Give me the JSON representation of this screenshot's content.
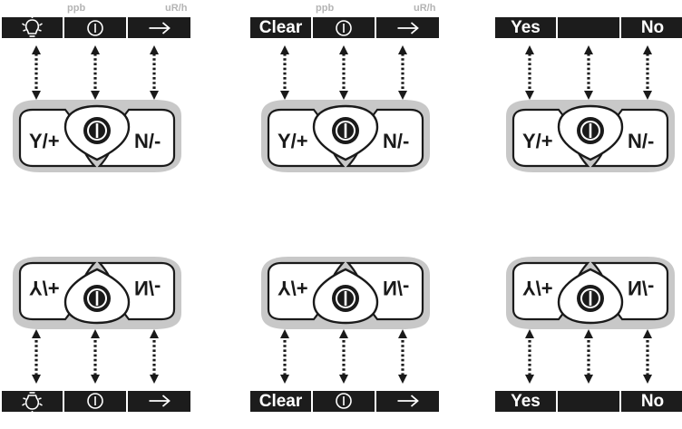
{
  "panels": [
    {
      "segments": [
        {
          "kind": "icon",
          "icon": "bulb-icon"
        },
        {
          "kind": "icon",
          "icon": "power-icon"
        },
        {
          "kind": "icon",
          "icon": "arrow-right-icon"
        }
      ],
      "units": [
        "ppb",
        "uR/h"
      ],
      "keypad": {
        "left": "Y/+",
        "right": "N/-",
        "center_icon": "power-icon"
      }
    },
    {
      "segments": [
        {
          "kind": "text",
          "text": "Clear"
        },
        {
          "kind": "icon",
          "icon": "power-icon"
        },
        {
          "kind": "icon",
          "icon": "arrow-right-icon"
        }
      ],
      "units": [
        "ppb",
        "uR/h"
      ],
      "keypad": {
        "left": "Y/+",
        "right": "N/-",
        "center_icon": "power-icon"
      }
    },
    {
      "segments": [
        {
          "kind": "text",
          "text": "Yes"
        },
        {
          "kind": "blank"
        },
        {
          "kind": "text",
          "text": "No"
        }
      ],
      "units": [],
      "keypad": {
        "left": "Y/+",
        "right": "N/-",
        "center_icon": "power-icon"
      }
    },
    {
      "segments": [
        {
          "kind": "icon",
          "icon": "bulb-icon"
        },
        {
          "kind": "icon",
          "icon": "power-icon"
        },
        {
          "kind": "icon",
          "icon": "arrow-right-icon"
        }
      ],
      "units": [],
      "keypad": {
        "left": "Y/+",
        "right": "N/-",
        "center_icon": "power-icon"
      }
    },
    {
      "segments": [
        {
          "kind": "text",
          "text": "Clear"
        },
        {
          "kind": "icon",
          "icon": "power-icon"
        },
        {
          "kind": "icon",
          "icon": "arrow-right-icon"
        }
      ],
      "units": [],
      "keypad": {
        "left": "Y/+",
        "right": "N/-",
        "center_icon": "power-icon"
      }
    },
    {
      "segments": [
        {
          "kind": "text",
          "text": "Yes"
        },
        {
          "kind": "blank"
        },
        {
          "kind": "text",
          "text": "No"
        }
      ],
      "units": [],
      "keypad": {
        "left": "Y/+",
        "right": "N/-",
        "center_icon": "power-icon"
      }
    }
  ],
  "colors": {
    "bar": "#1c1c1c",
    "keypad_shell": "#c8c8c8",
    "key_fill": "#ffffff",
    "stroke": "#1a1a1a",
    "unit_text": "#b4b4b4"
  }
}
